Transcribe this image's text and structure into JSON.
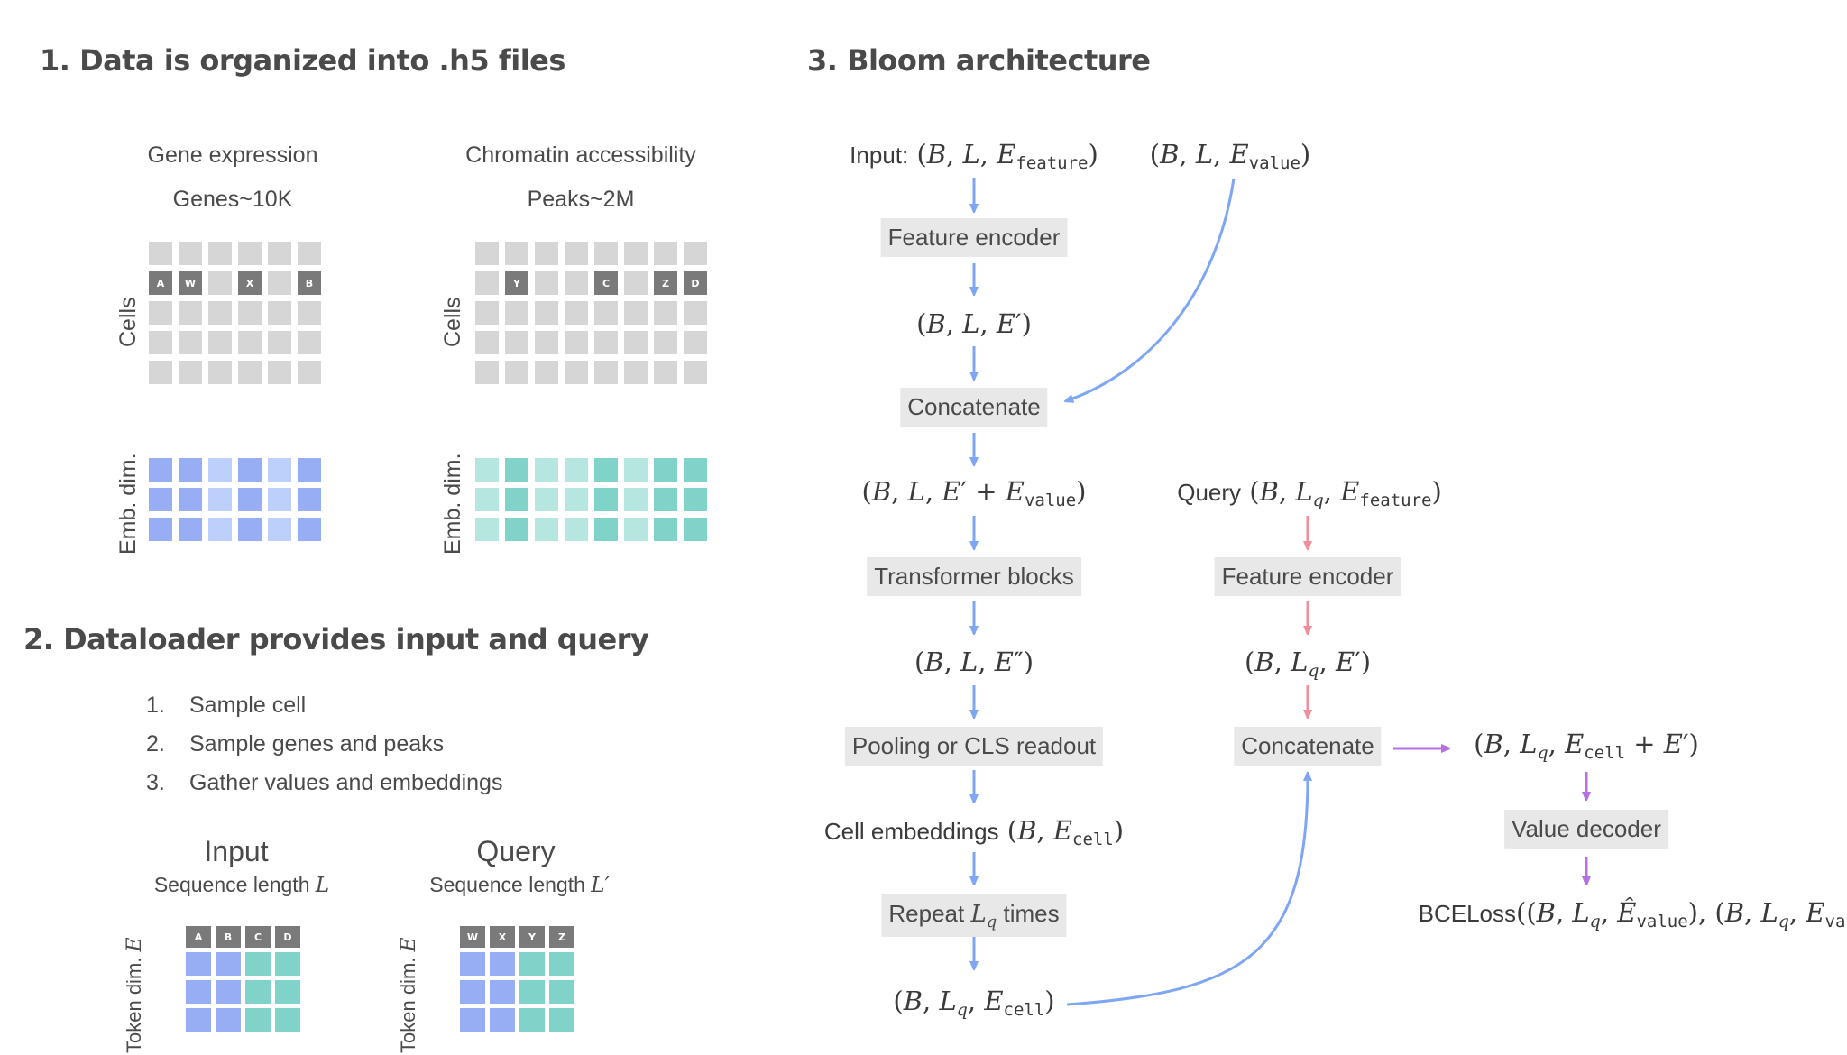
{
  "section1": {
    "title": "1. Data is organized into .h5 files",
    "gene": {
      "title": "Gene expression",
      "subtitle": "Genes~10K",
      "cells_label": "Cells",
      "emb_label": "Emb. dim.",
      "highlight_tokens": [
        "A",
        "W",
        "",
        "X",
        "",
        "B"
      ]
    },
    "chromatin": {
      "title": "Chromatin accessibility",
      "subtitle": "Peaks~2M",
      "cells_label": "Cells",
      "emb_label": "Emb. dim.",
      "highlight_tokens": [
        "",
        "Y",
        "",
        "",
        "C",
        "",
        "Z",
        "D"
      ]
    }
  },
  "section2": {
    "title": "2. Dataloader provides input and query",
    "steps": [
      {
        "num": "1.",
        "text": "Sample cell"
      },
      {
        "num": "2.",
        "text": "Sample genes and peaks"
      },
      {
        "num": "3.",
        "text": "Gather values and embeddings"
      }
    ],
    "input": {
      "title": "Input",
      "subtitle": "Sequence length",
      "var": "L",
      "token_label": "Token dim.",
      "token_var": "E",
      "tokens": [
        "A",
        "B",
        "C",
        "D"
      ]
    },
    "query": {
      "title": "Query",
      "subtitle": "Sequence length",
      "var": "L′",
      "token_label": "Token dim.",
      "token_var": "E",
      "tokens": [
        "W",
        "X",
        "Y",
        "Z"
      ]
    }
  },
  "section3": {
    "title": "3. Bloom architecture",
    "input_prefix": "Input:",
    "query_prefix": "Query",
    "cell_emb_prefix": "Cell embeddings",
    "loss_prefix": "BCELoss",
    "boxes": {
      "feature_encoder": "Feature encoder",
      "concatenate": "Concatenate",
      "transformer": "Transformer blocks",
      "pooling": "Pooling or CLS readout",
      "repeat_pre": "Repeat",
      "repeat_var": "L",
      "repeat_sub": "q",
      "repeat_post": "times",
      "q_feature_encoder": "Feature encoder",
      "q_concatenate": "Concatenate",
      "value_decoder": "Value decoder"
    },
    "colors": {
      "blue": "#7ea6f2",
      "pink": "#f08f9b",
      "purple": "#b86fe0"
    }
  }
}
